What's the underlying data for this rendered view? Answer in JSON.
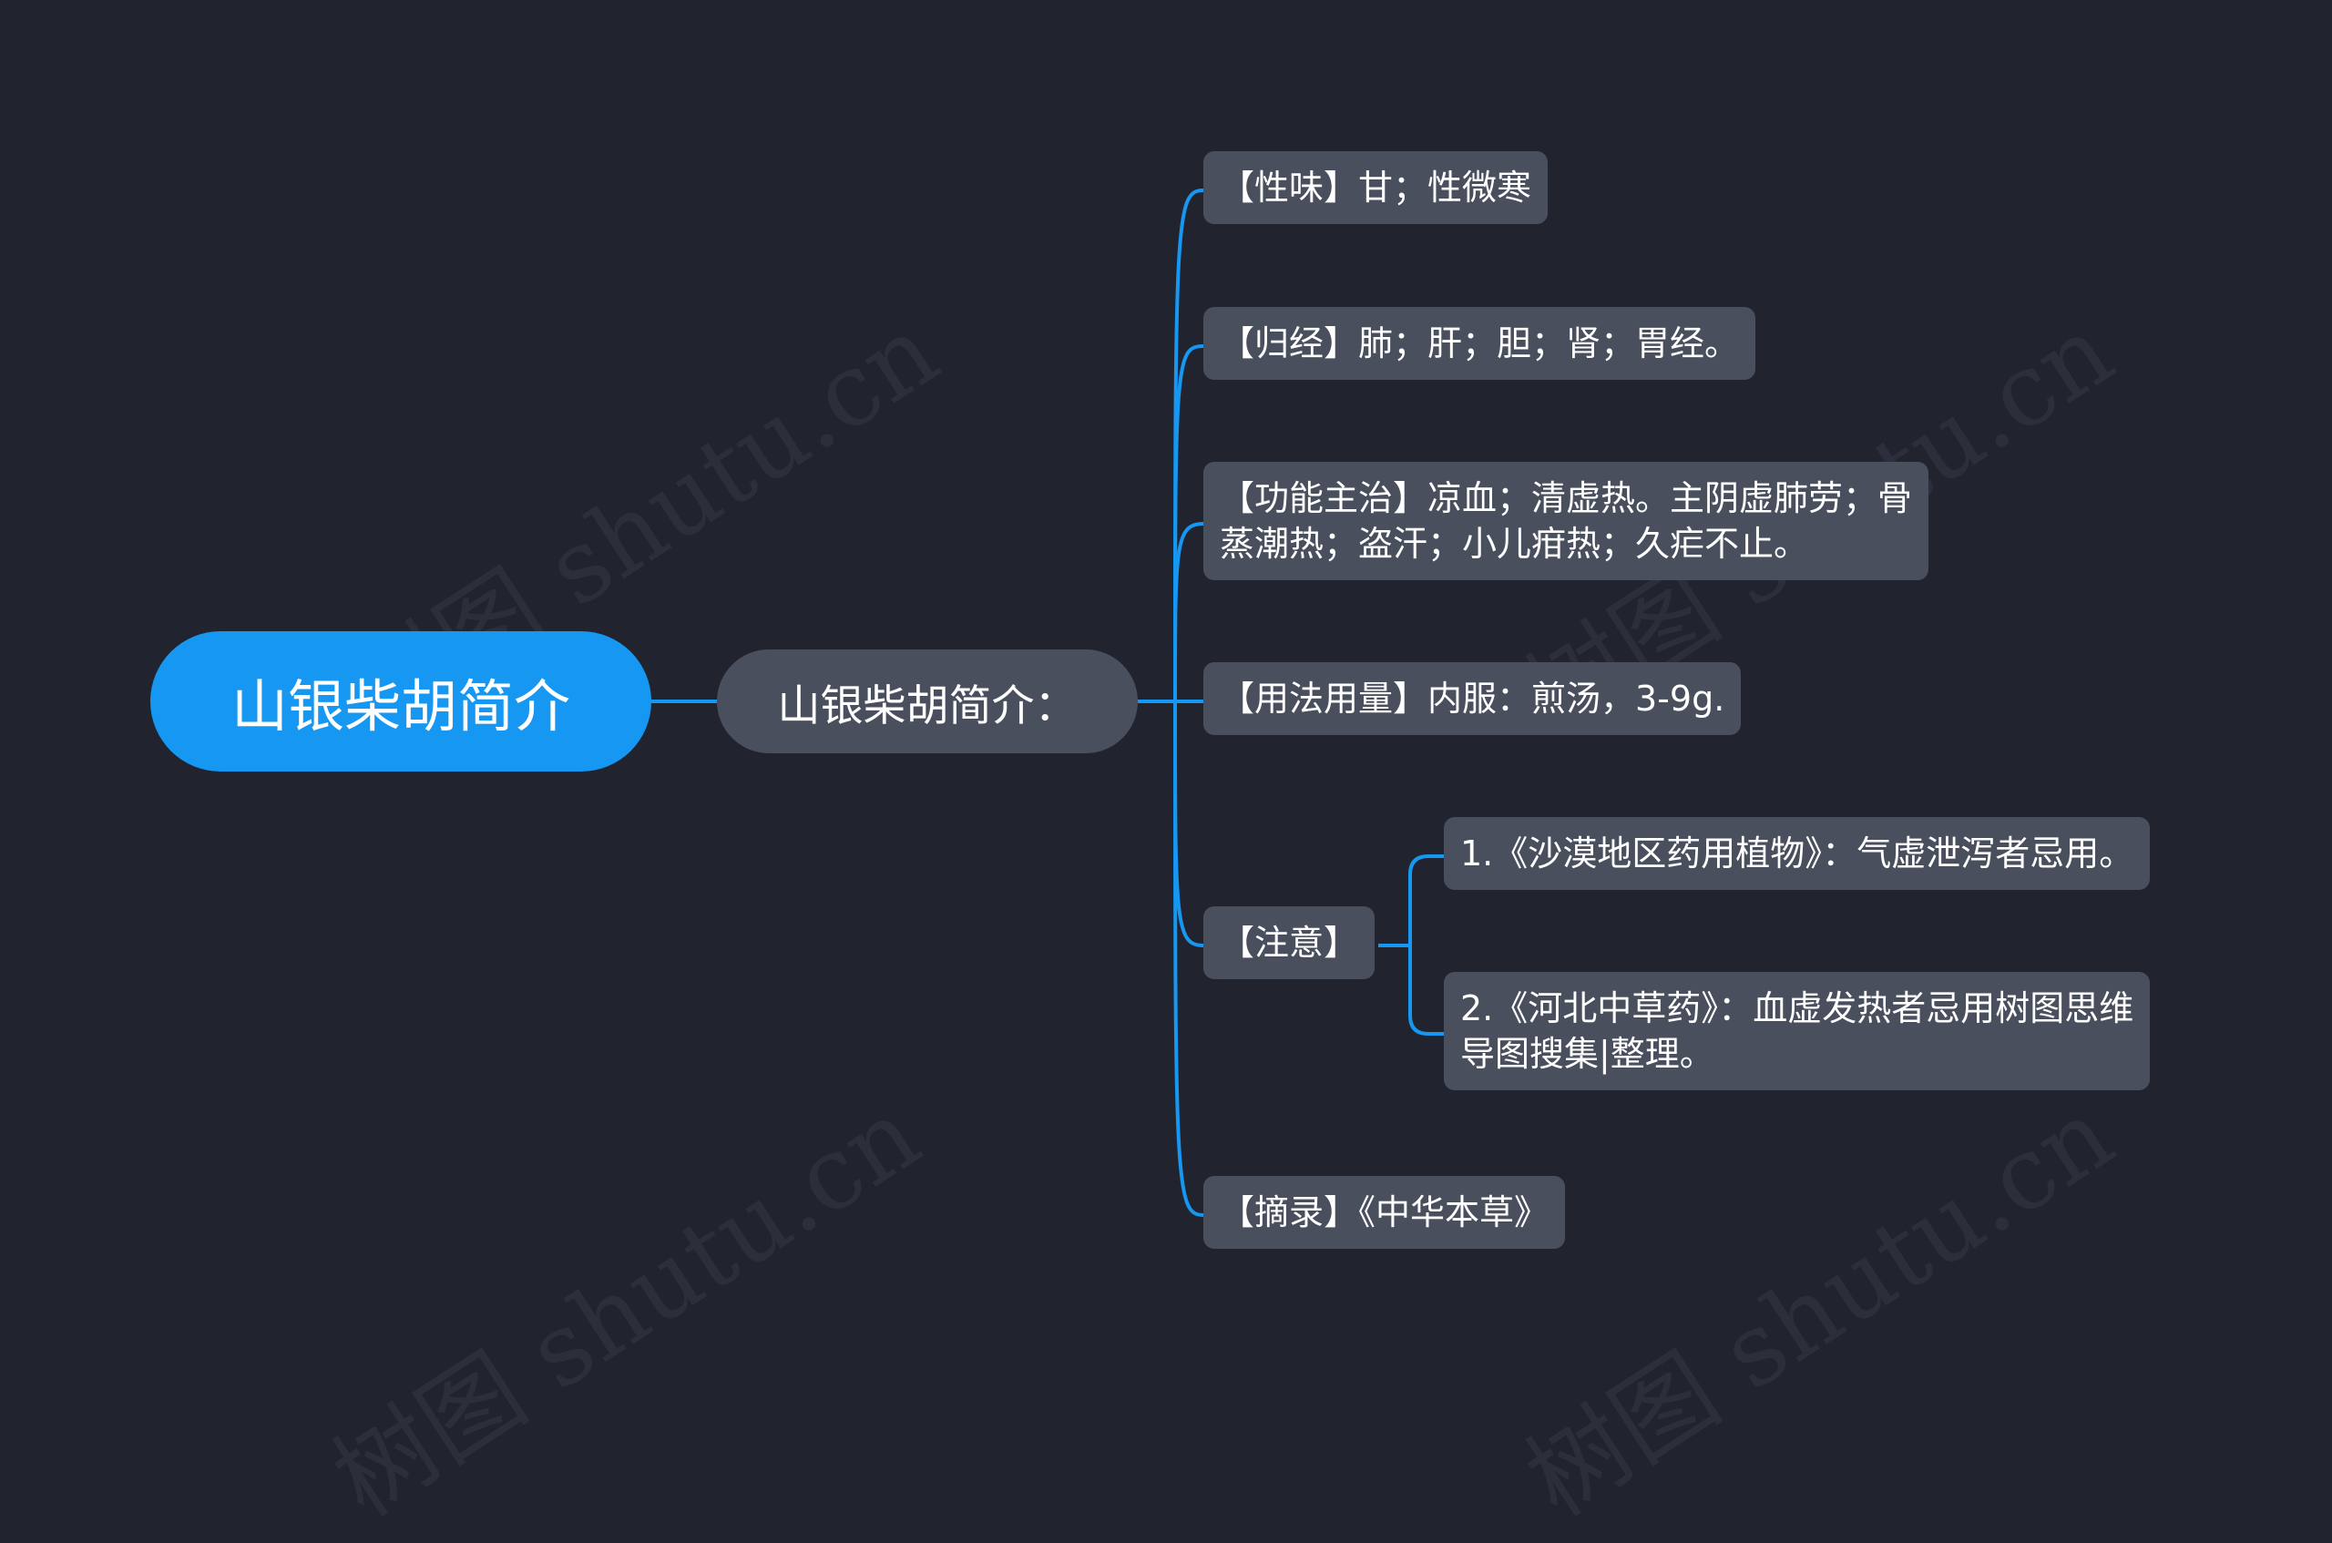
{
  "watermark": "树图 shutu.cn",
  "colors": {
    "background": "#21242f",
    "root": "#1597f2",
    "node": "#4a4f5e",
    "connector": "#1597f2"
  },
  "root": {
    "label": "山银柴胡简介"
  },
  "topic": {
    "label": "山银柴胡简介："
  },
  "items": [
    {
      "lines": [
        "【性味】甘；性微寒"
      ]
    },
    {
      "lines": [
        "【归经】肺；肝；胆；肾；胃经。"
      ]
    },
    {
      "lines": [
        "【功能主治】凉血；清虚热。主阴虚肺劳；骨",
        "蒸潮热；盗汗；小儿疳热；久疟不止。"
      ]
    },
    {
      "lines": [
        "【用法用量】内服：煎汤，3-9g."
      ]
    },
    {
      "lines": [
        "【注意】"
      ]
    },
    {
      "lines": [
        "【摘录】《中华本草》"
      ]
    }
  ],
  "notes": [
    {
      "lines": [
        "1.《沙漠地区药用植物》：气虚泄泻者忌用。"
      ]
    },
    {
      "lines": [
        "2.《河北中草药》：血虚发热者忌用树图思维",
        "导图搜集|整理。"
      ]
    }
  ]
}
